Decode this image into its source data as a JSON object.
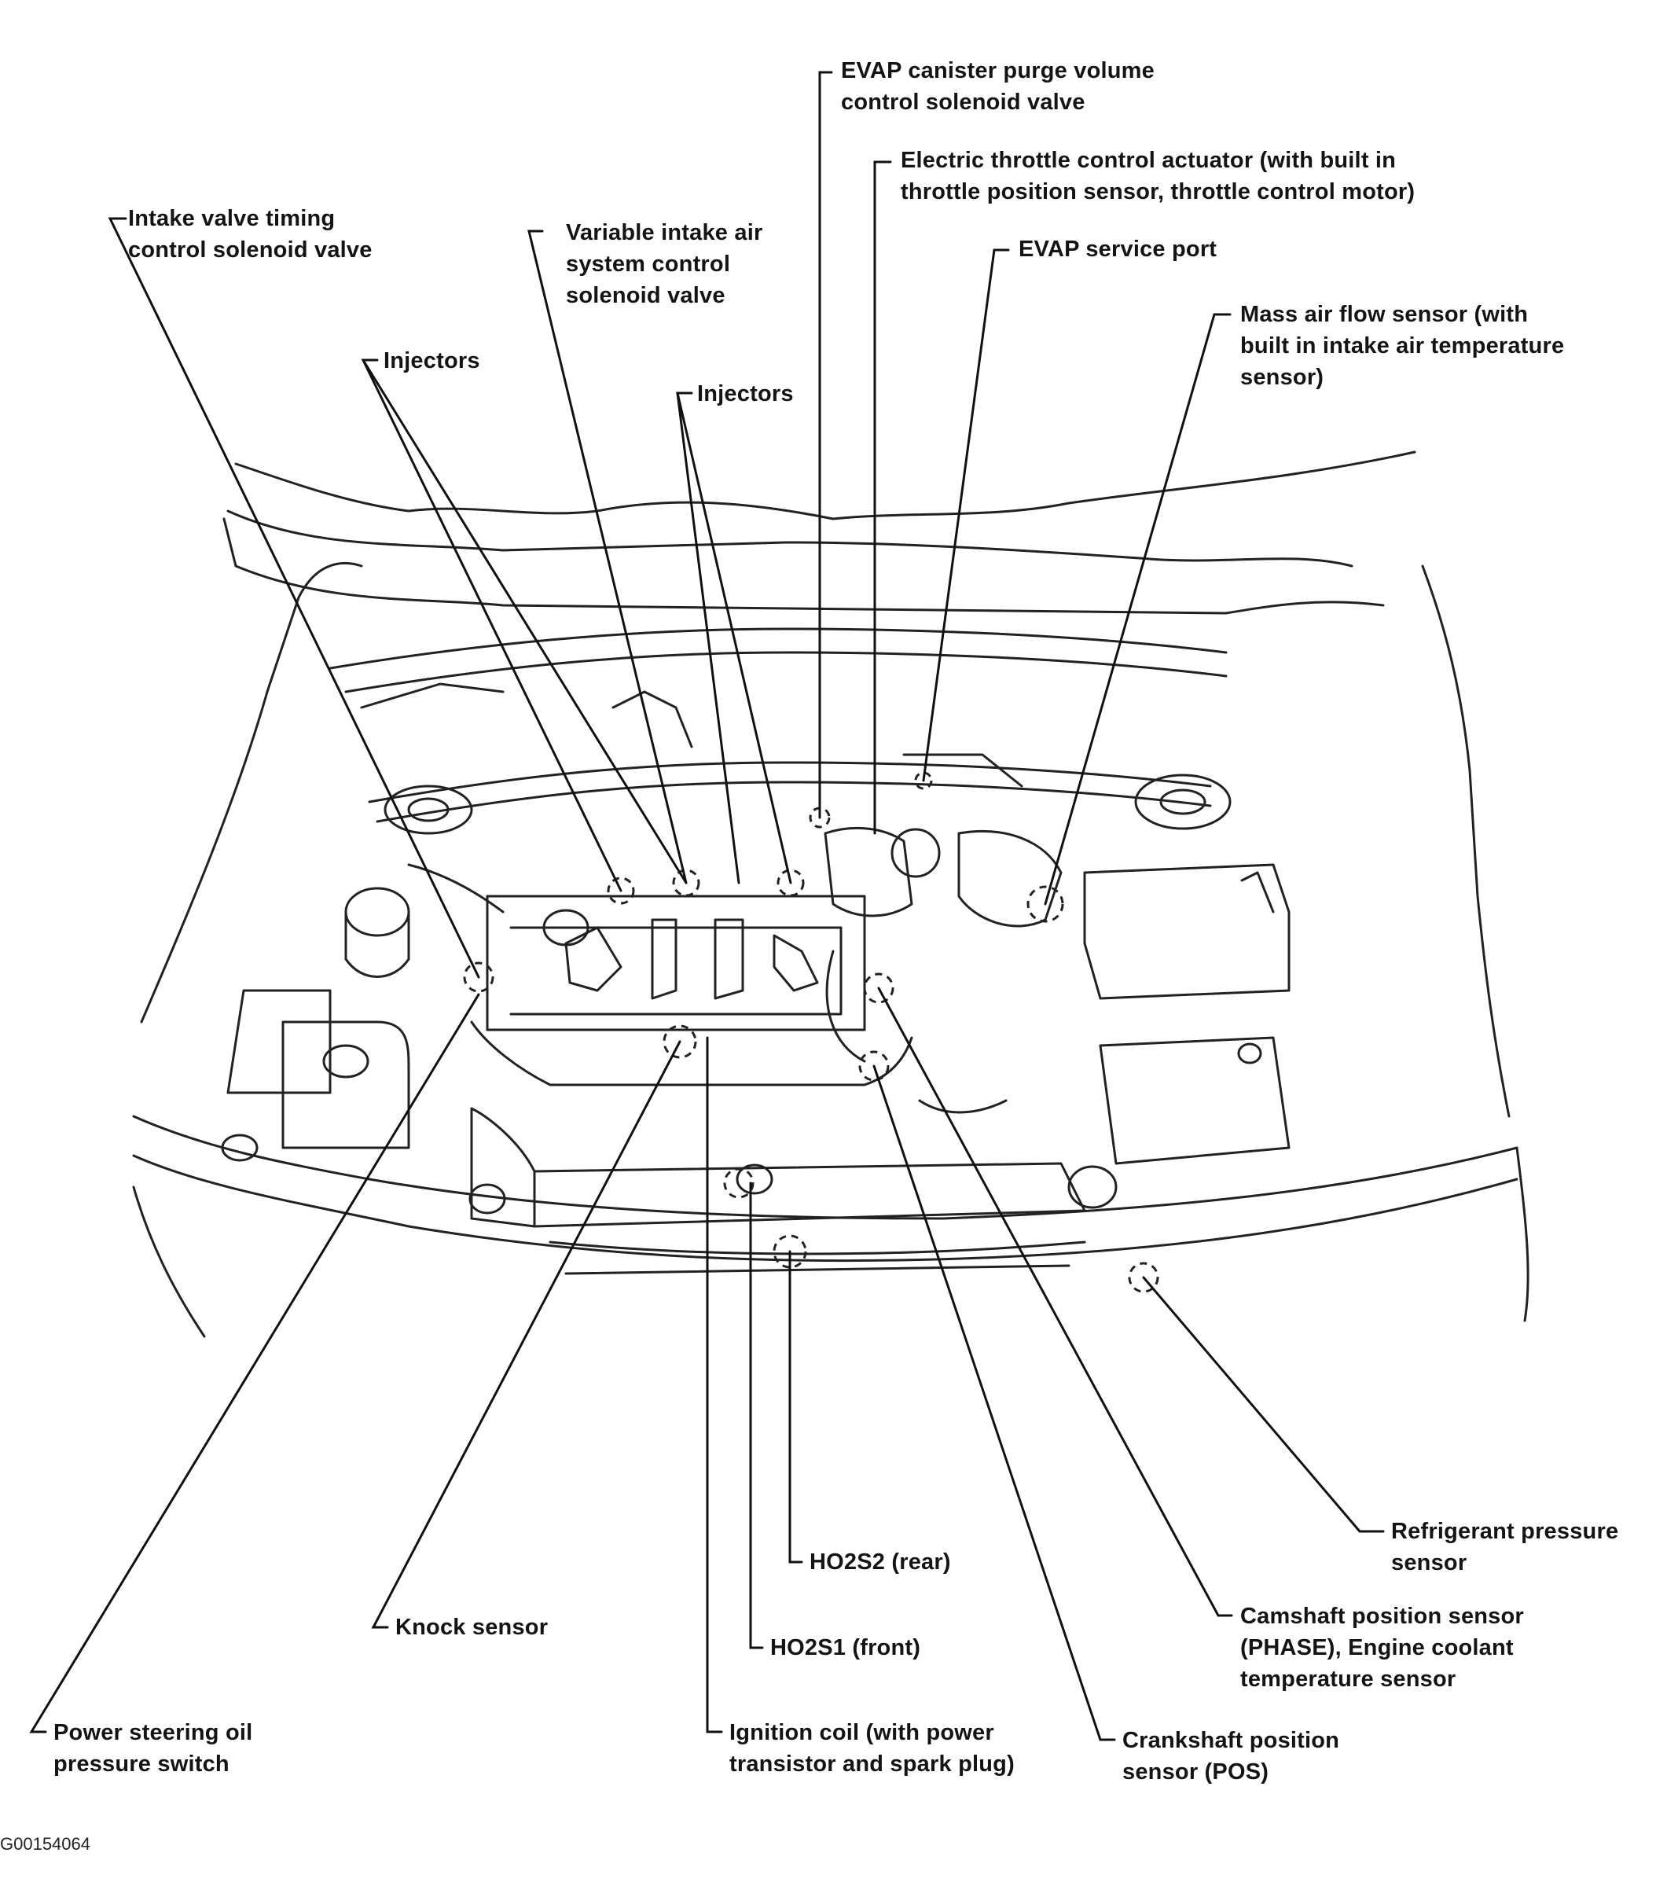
{
  "labels": {
    "evap_purge": [
      "EVAP canister purge volume",
      "control solenoid valve"
    ],
    "throttle_actuator": [
      "Electric throttle control actuator (with built in",
      "throttle position sensor, throttle control motor)"
    ],
    "evap_port": [
      "EVAP service port"
    ],
    "maf": [
      "Mass air flow sensor (with",
      "built in intake air temperature",
      "sensor)"
    ],
    "ivt": [
      "Intake valve timing",
      "control solenoid valve"
    ],
    "variable_intake": [
      "Variable intake air",
      "system control",
      "solenoid valve"
    ],
    "injectors_left": [
      "Injectors"
    ],
    "injectors_right": [
      "Injectors"
    ],
    "refrigerant": [
      "Refrigerant pressure",
      "sensor"
    ],
    "ho2s2": [
      "HO2S2 (rear)"
    ],
    "ho2s1": [
      "HO2S1 (front)"
    ],
    "knock": [
      "Knock sensor"
    ],
    "camshaft": [
      "Camshaft position sensor",
      "(PHASE), Engine coolant",
      "temperature sensor"
    ],
    "ps_switch": [
      "Power steering oil",
      "pressure switch"
    ],
    "ignition": [
      "Ignition coil (with power",
      "transistor and spark plug)"
    ],
    "crankshaft": [
      "Crankshaft position",
      "sensor (POS)"
    ]
  },
  "figure_id": "G00154064"
}
